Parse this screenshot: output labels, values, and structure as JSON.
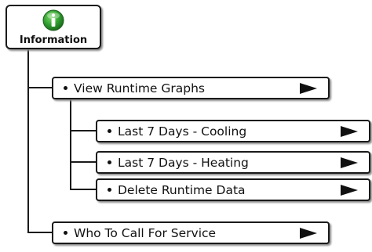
{
  "information": {
    "label": "Information",
    "icon": "info-icon",
    "icon_color": "#2f9e2f"
  },
  "menu": {
    "view_runtime_graphs": "View Runtime Graphs",
    "submenu": [
      "Last 7 Days - Cooling",
      "Last 7 Days - Heating",
      "Delete Runtime Data"
    ],
    "who_to_call": "Who To Call For Service"
  }
}
